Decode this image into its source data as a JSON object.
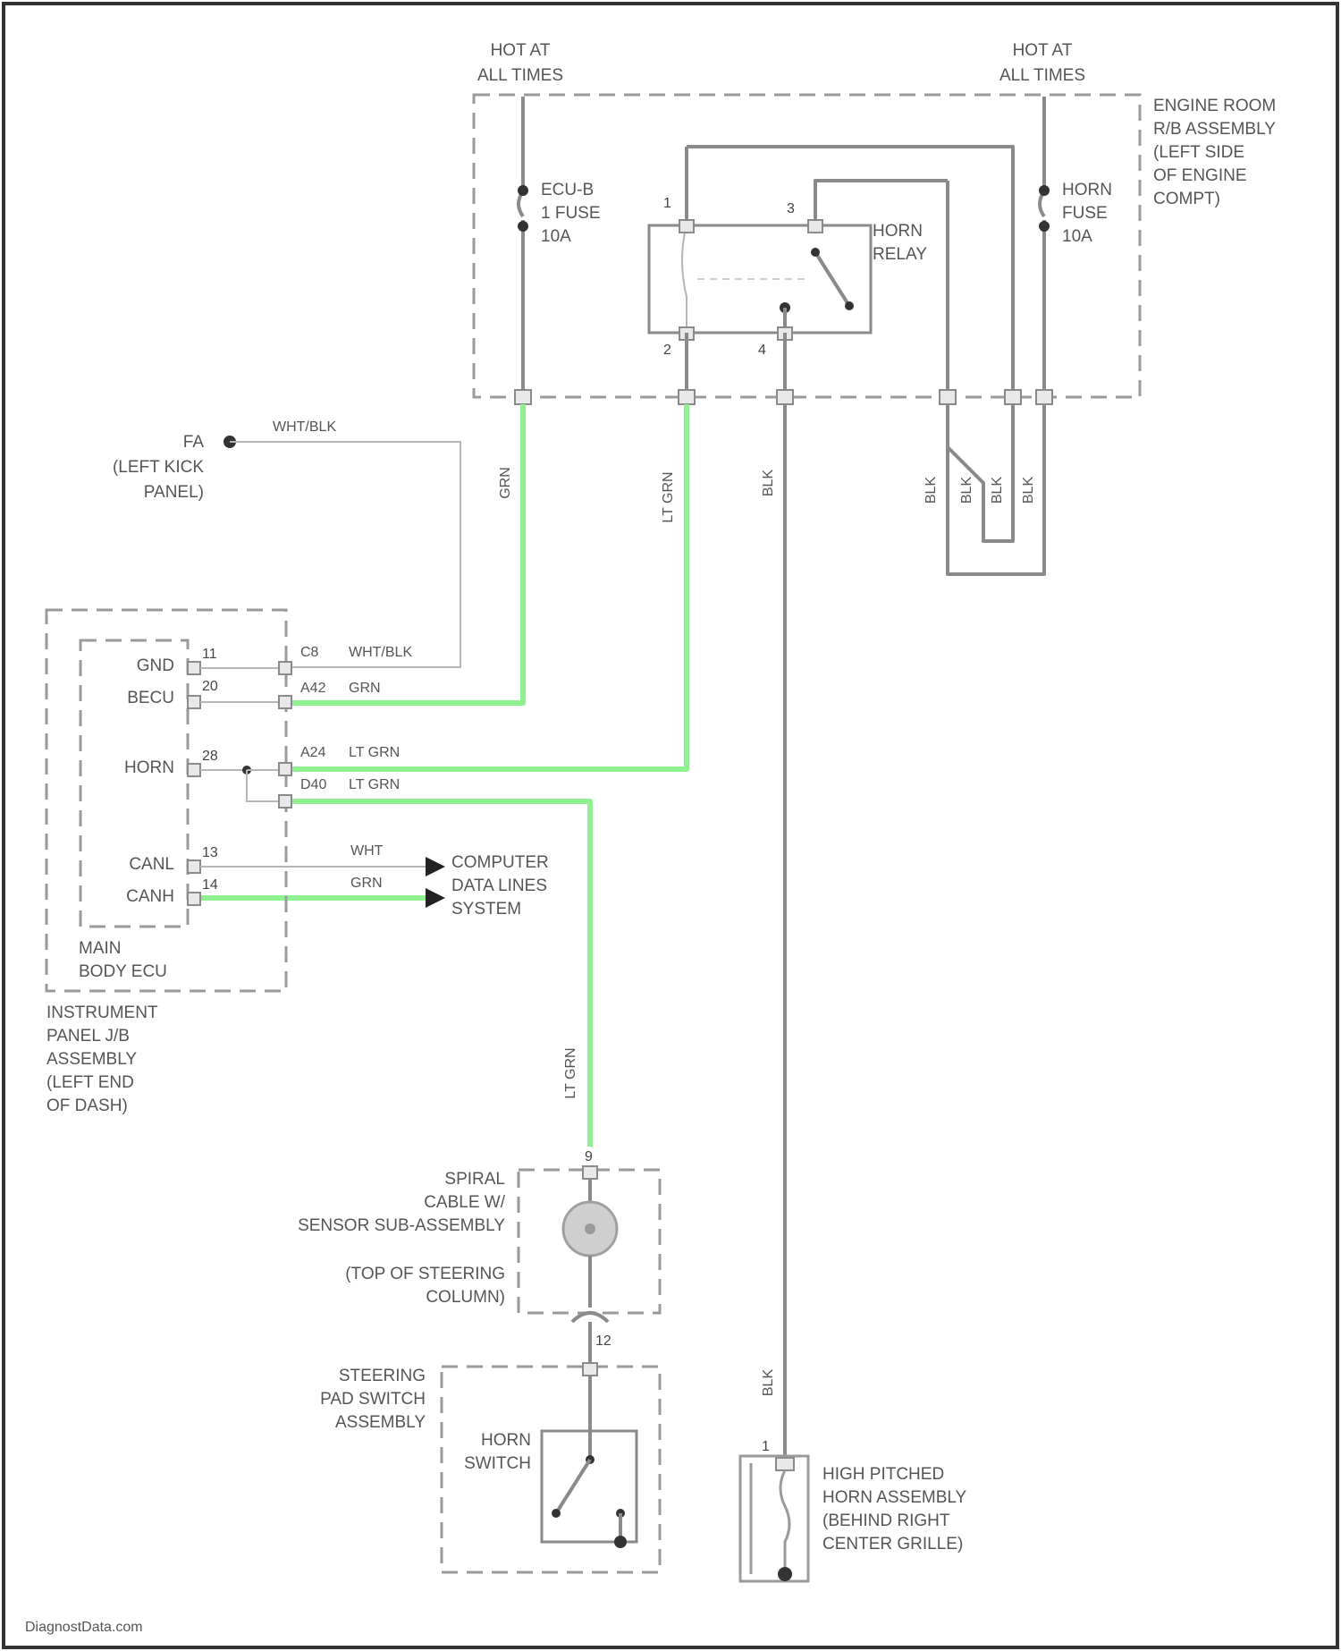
{
  "labels": {
    "hot_left_1": "HOT AT",
    "hot_left_2": "ALL TIMES",
    "hot_right_1": "HOT AT",
    "hot_right_2": "ALL TIMES",
    "rb_1": "ENGINE ROOM",
    "rb_2": "R/B ASSEMBLY",
    "rb_3": "(LEFT SIDE",
    "rb_4": "OF ENGINE",
    "rb_5": "COMPT)",
    "ecub_1": "ECU-B",
    "ecub_2": "1 FUSE",
    "ecub_3": "10A",
    "hfuse_1": "HORN",
    "hfuse_2": "FUSE",
    "hfuse_3": "10A",
    "relay_1": "HORN",
    "relay_2": "RELAY",
    "pin_1": "1",
    "pin_2": "2",
    "pin_3": "3",
    "pin_4": "4",
    "fa_1": "FA",
    "fa_2": "(LEFT KICK",
    "fa_3": "PANEL)",
    "fa_wire": "WHT/BLK",
    "w_grn": "GRN",
    "w_ltgrn": "LT GRN",
    "w_blk": "BLK",
    "w_blk_a": "BLK",
    "w_blk_b": "BLK",
    "w_blk_c": "BLK",
    "w_blk_d": "BLK",
    "w_ltgrn_lower": "LT GRN",
    "w_blk_lower": "BLK",
    "ecu_gnd": "GND",
    "ecu_becu": "BECU",
    "ecu_horn": "HORN",
    "ecu_canl": "CANL",
    "ecu_canh": "CANH",
    "ecu_p11": "11",
    "ecu_p20": "20",
    "ecu_p28": "28",
    "ecu_p13": "13",
    "ecu_p14": "14",
    "c_c8": "C8",
    "c_c8_w": "WHT/BLK",
    "c_a42": "A42",
    "c_a42_w": "GRN",
    "c_a24": "A24",
    "c_a24_w": "LT GRN",
    "c_d40": "D40",
    "c_d40_w": "LT GRN",
    "can_wht": "WHT",
    "can_grn": "GRN",
    "cdl_1": "COMPUTER",
    "cdl_2": "DATA LINES",
    "cdl_3": "SYSTEM",
    "mb_1": "MAIN",
    "mb_2": "BODY ECU",
    "ij_1": "INSTRUMENT",
    "ij_2": "PANEL J/B",
    "ij_3": "ASSEMBLY",
    "ij_4": "(LEFT END",
    "ij_5": "OF DASH)",
    "sp_pin": "9",
    "sp_1": "SPIRAL",
    "sp_2": "CABLE W/",
    "sp_3": "SENSOR SUB-ASSEMBLY",
    "sp_4": "(TOP OF STEERING",
    "sp_5": "COLUMN)",
    "sp_pin2": "12",
    "sw_1": "STEERING",
    "sw_2": "PAD SWITCH",
    "sw_3": "ASSEMBLY",
    "hs_1": "HORN",
    "hs_2": "SWITCH",
    "horn_pin": "1",
    "horn_1": "HIGH PITCHED",
    "horn_2": "HORN ASSEMBLY",
    "horn_3": "(BEHIND RIGHT",
    "horn_4": "CENTER GRILLE)",
    "watermark": "DiagnostData.com"
  },
  "colors": {
    "highlight": "#8ef08e",
    "wire": "#8a8a8a",
    "dashed_box": "#9a9a9a",
    "text": "#555555"
  }
}
